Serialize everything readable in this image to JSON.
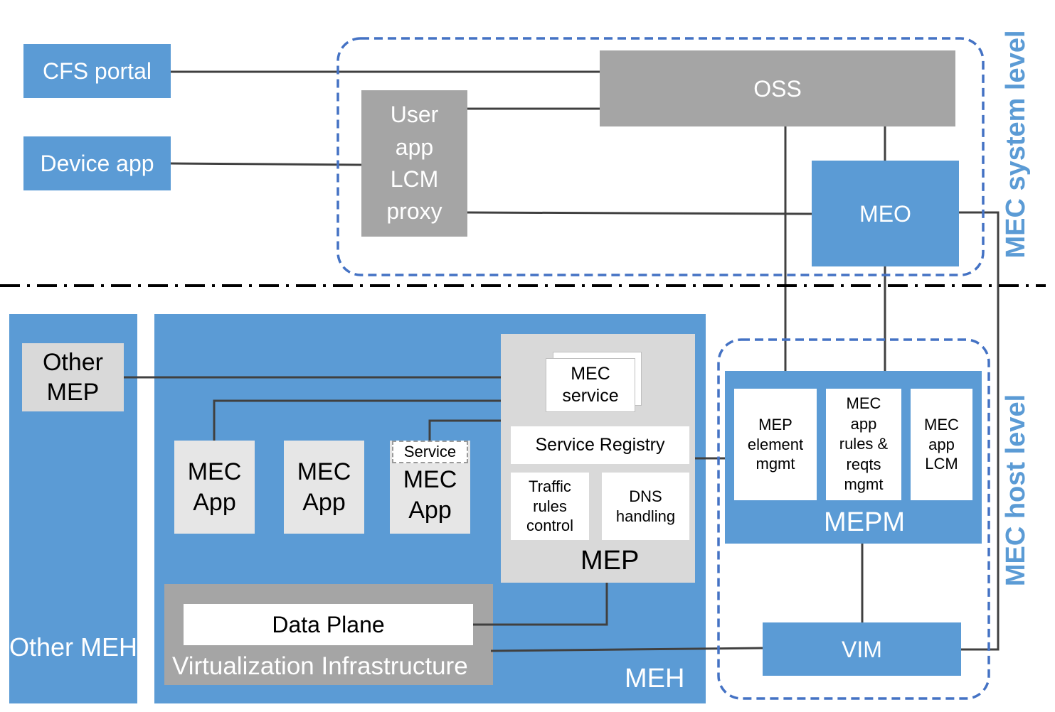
{
  "system_level": {
    "label": "MEC system level",
    "cfs_portal": "CFS portal",
    "device_app": "Device app",
    "user_app_lcm_proxy": "User\napp\nLCM\nproxy",
    "oss": "OSS",
    "meo": "MEO"
  },
  "host_level": {
    "label": "MEC host level",
    "other_meh": {
      "label": "Other\nMEH",
      "other_mep": "Other\nMEP"
    },
    "meh": {
      "label": "MEH",
      "mec_apps": [
        "MEC\nApp",
        "MEC\nApp",
        "MEC\nApp"
      ],
      "service_tag": "Service",
      "mep": {
        "label": "MEP",
        "mec_service": "MEC\nservice",
        "service_registry": "Service Registry",
        "traffic_rules_control": "Traffic\nrules\ncontrol",
        "dns_handling": "DNS\nhandling"
      },
      "data_plane": "Data Plane",
      "virtualization_infrastructure": "Virtualization Infrastructure"
    },
    "mepm": {
      "label": "MEPM",
      "mep_element_mgmt": "MEP\nelement\nmgmt",
      "mec_app_rules_reqts_mgmt": "MEC\napp\nrules &\nreqts\nmgmt",
      "mec_app_lcm": "MEC\napp\nLCM"
    },
    "vim": "VIM"
  },
  "colors": {
    "blue": "#5b9bd5",
    "grey": "#a5a5a5",
    "light_grey": "#d9d9d9",
    "line": "#404040",
    "dash_blue": "#4472c4"
  }
}
